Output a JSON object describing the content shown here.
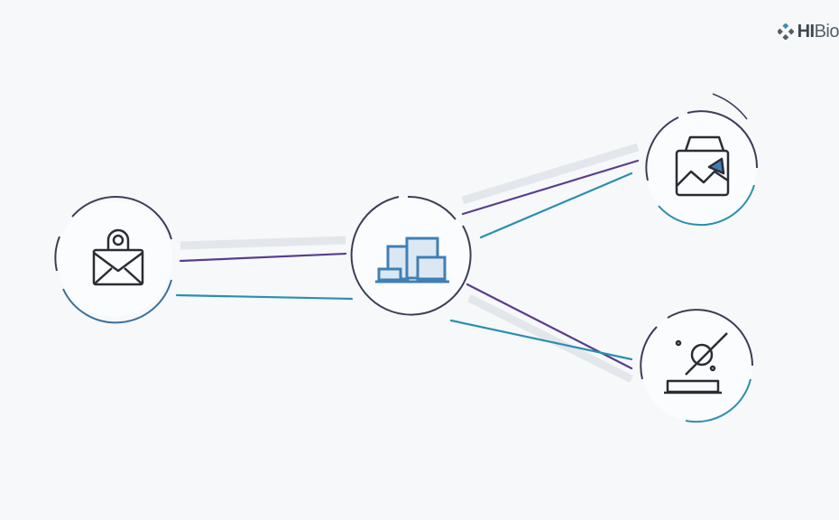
{
  "logo": {
    "bold": "HI",
    "light": "Bio"
  },
  "colors": {
    "purple": "#5a3d8c",
    "teal": "#2a8fb0",
    "icon": "#2c2c34",
    "building": "#3f7fb5",
    "ring": "#3a3f57"
  },
  "nodes": [
    {
      "id": "secure-mail",
      "icon": "locked-envelope-icon"
    },
    {
      "id": "hub",
      "icon": "buildings-icon"
    },
    {
      "id": "storage",
      "icon": "image-box-icon"
    },
    {
      "id": "lab",
      "icon": "pipette-dish-icon"
    }
  ]
}
